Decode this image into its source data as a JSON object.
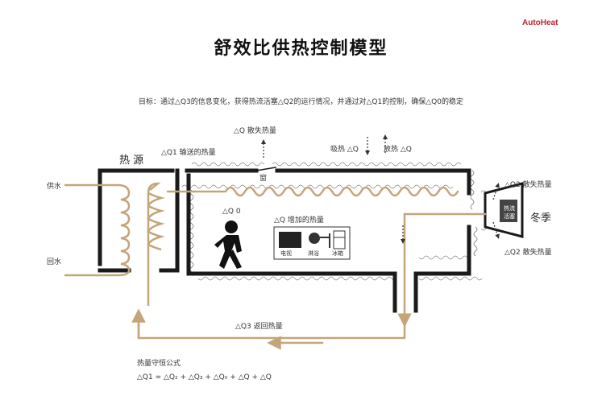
{
  "brand": "AutoHeat",
  "title": "舒效比供热控制模型",
  "goal": "目标：通过△Q3的信息变化，获得热流活塞△Q2的运行情况，并通过对△Q1的控制，确保△Q0的稳定",
  "labels": {
    "heat_source": "热 源",
    "supply": "供水",
    "return": "回水",
    "dq1": "△Q1 输送的热量",
    "dq_loss": "△Q 散失热量",
    "window": "窗",
    "absorb": "吸热 △Q",
    "release": "放热 △Q",
    "dq2_top": "△Q2 散失热量",
    "dq2_bottom": "△Q2 散失热量",
    "winter": "冬季",
    "piston_line1": "热流",
    "piston_line2": "活塞",
    "dq0": "△Q 0",
    "dq_added": "△Q 增加的热量",
    "dq3": "△Q3 返回热量",
    "conservation_title": "热量守恒公式",
    "formula": "△Q1 = △Q₂ + △Q₃ + △Q₀ + △Q + △Q"
  },
  "appliances": [
    "电视",
    "淋浴",
    "冰箱"
  ],
  "colors": {
    "pipe": "#c4a57a",
    "wall": "#1a1a1a",
    "brand": "#b8262e"
  },
  "icons": [
    "person-walking-icon",
    "tv-icon",
    "shower-icon",
    "fridge-icon",
    "piston-icon"
  ]
}
